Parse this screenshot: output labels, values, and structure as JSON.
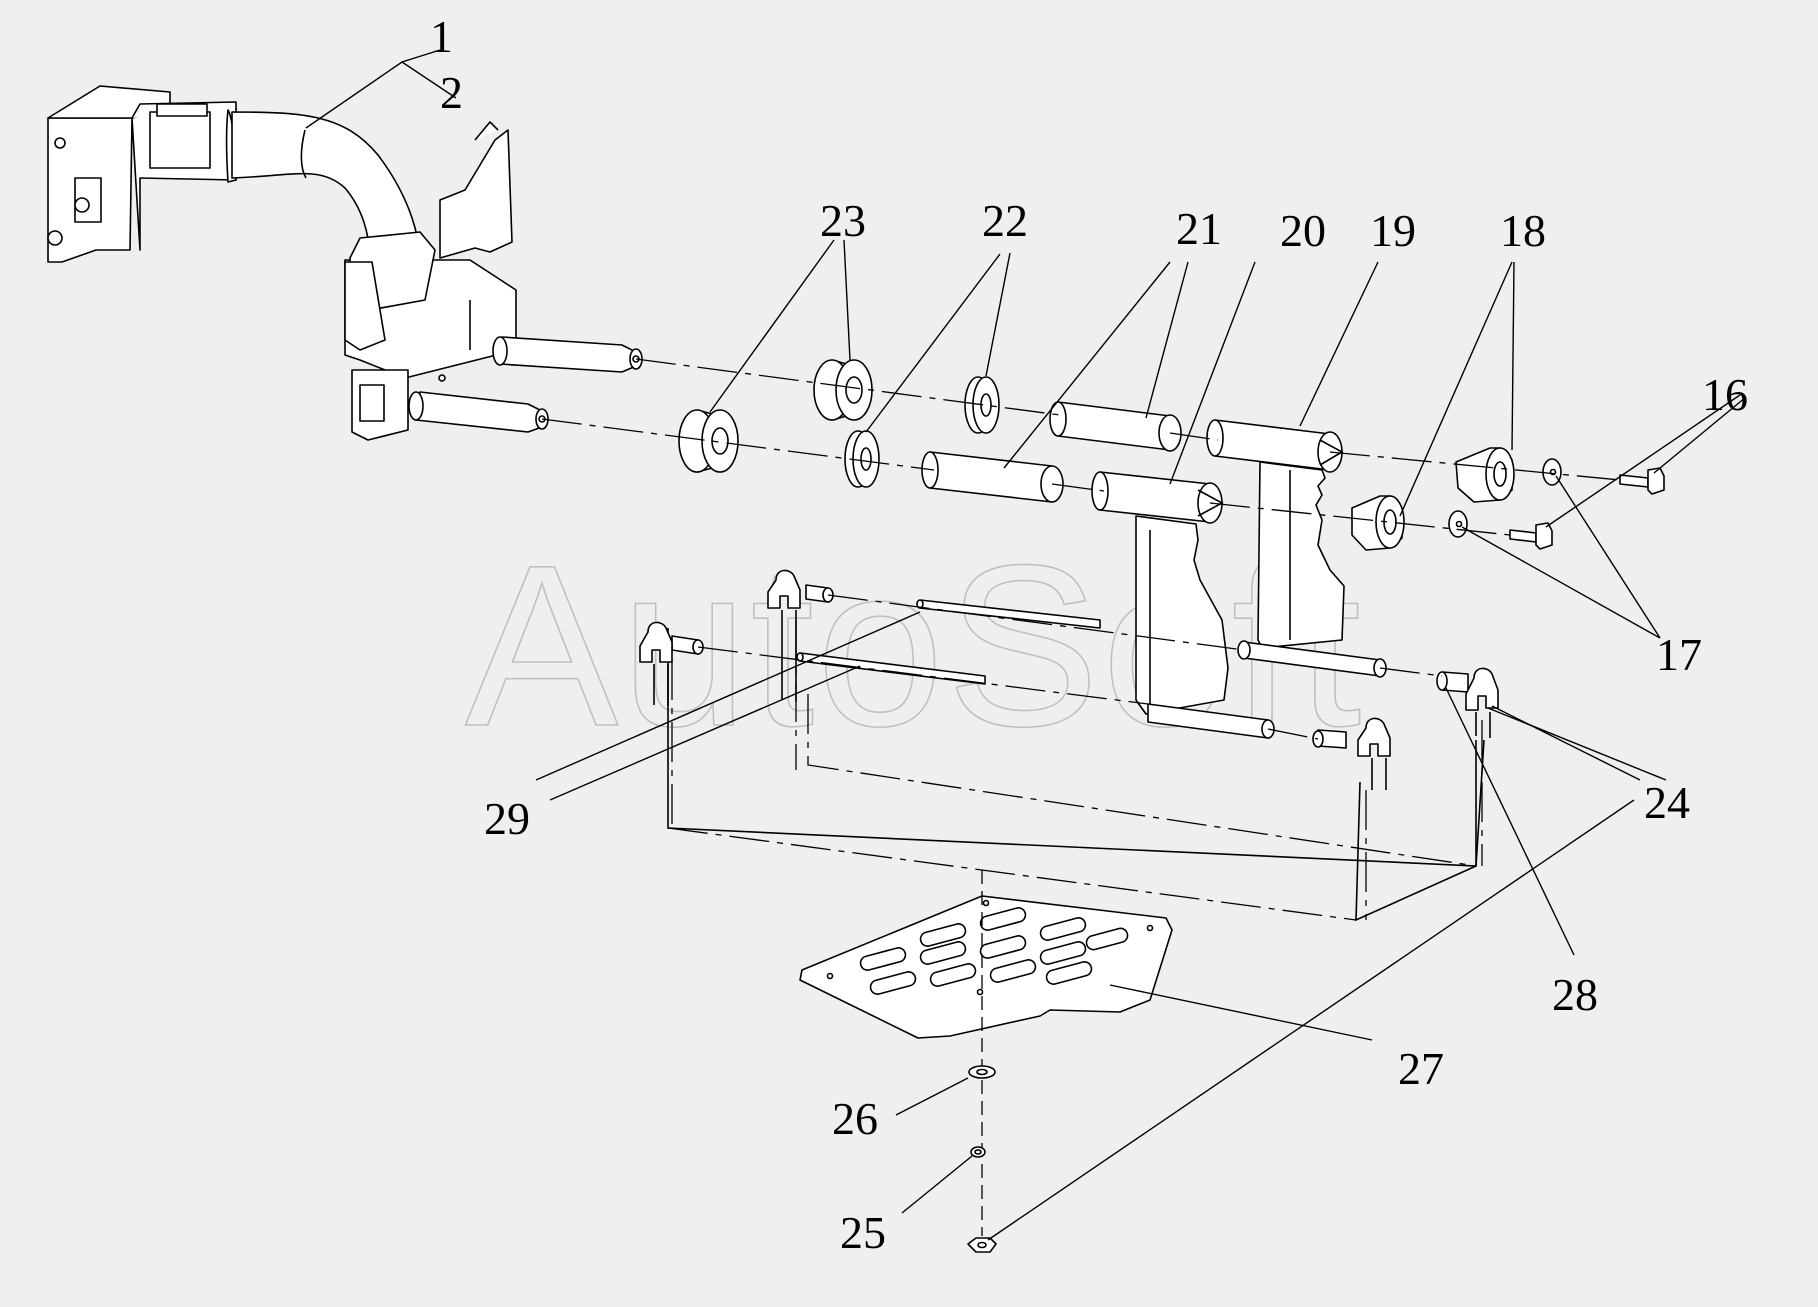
{
  "watermark": "AutoSoft",
  "callouts": [
    {
      "id": "1",
      "text": "1"
    },
    {
      "id": "2",
      "text": "2"
    },
    {
      "id": "16",
      "text": "16"
    },
    {
      "id": "17",
      "text": "17"
    },
    {
      "id": "18",
      "text": "18"
    },
    {
      "id": "19",
      "text": "19"
    },
    {
      "id": "20",
      "text": "20"
    },
    {
      "id": "21",
      "text": "21"
    },
    {
      "id": "22",
      "text": "22"
    },
    {
      "id": "23",
      "text": "23"
    },
    {
      "id": "24",
      "text": "24"
    },
    {
      "id": "25",
      "text": "25"
    },
    {
      "id": "26",
      "text": "26"
    },
    {
      "id": "27",
      "text": "27"
    },
    {
      "id": "28",
      "text": "28"
    },
    {
      "id": "29",
      "text": "29"
    }
  ]
}
